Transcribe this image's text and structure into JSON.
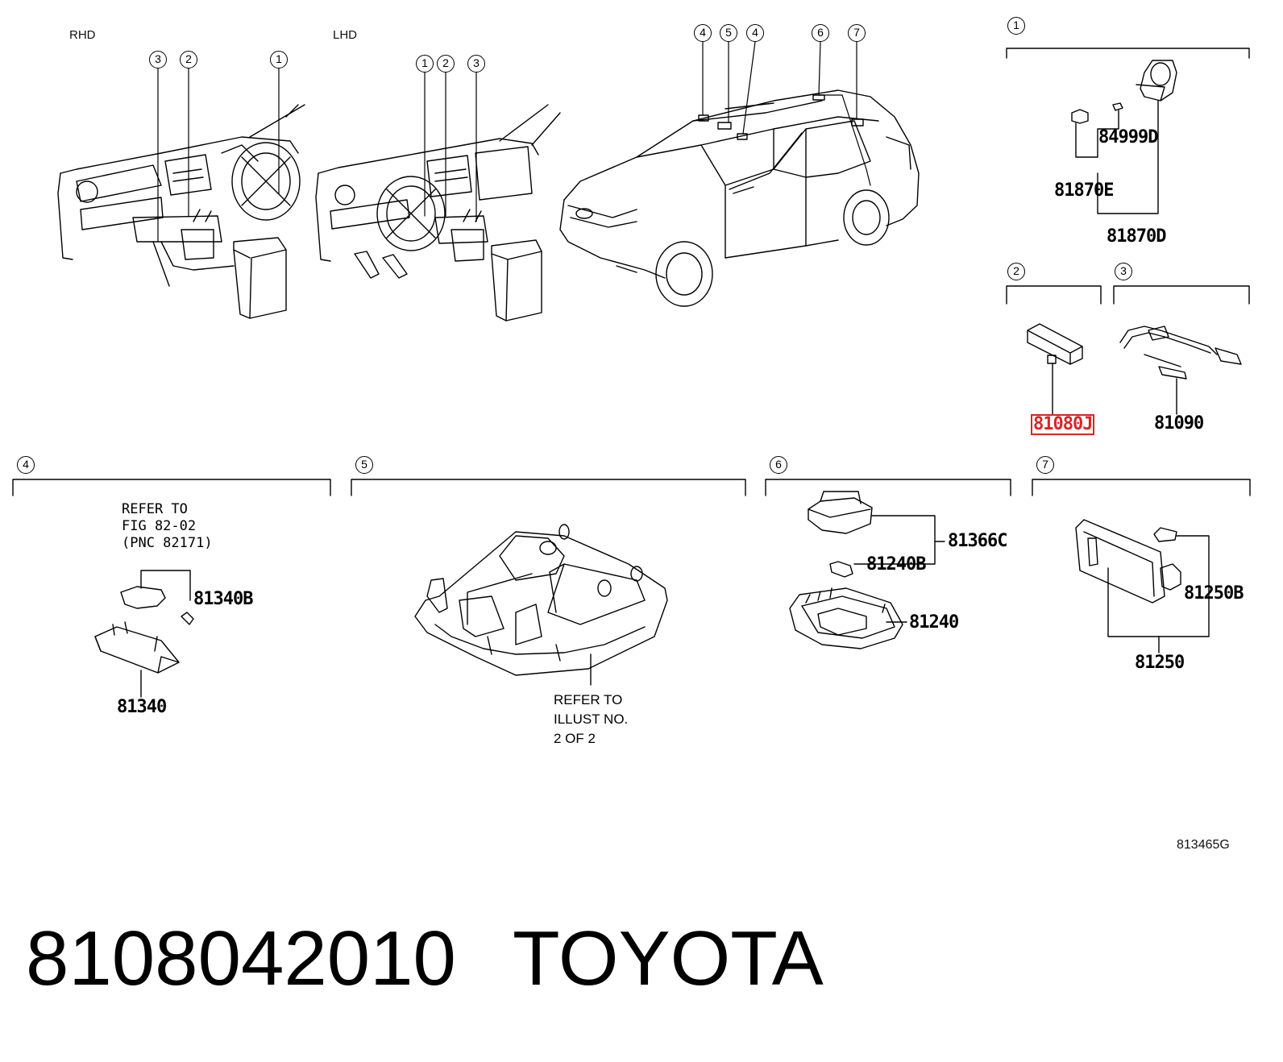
{
  "diagram": {
    "views": {
      "rhd_label": "RHD",
      "lhd_label": "LHD"
    },
    "callouts": {
      "rhd": [
        "3",
        "2",
        "1"
      ],
      "lhd": [
        "1",
        "2",
        "3"
      ],
      "vehicle": [
        "4",
        "5",
        "4",
        "6",
        "7"
      ]
    },
    "panels": {
      "p1": {
        "number": "1",
        "parts": [
          "84999D",
          "81870E",
          "81870D"
        ]
      },
      "p2": {
        "number": "2",
        "parts": [
          "81080J"
        ],
        "highlighted_part": "81080J"
      },
      "p3": {
        "number": "3",
        "parts": [
          "81090"
        ]
      },
      "p4": {
        "number": "4",
        "note": "REFER TO\nFIG 82-02\n(PNC 82171)",
        "parts": [
          "81340B",
          "81340"
        ]
      },
      "p5": {
        "number": "5",
        "note": "REFER TO\nILLUST NO.\n2 OF 2"
      },
      "p6": {
        "number": "6",
        "parts": [
          "81366C",
          "81240B",
          "81240"
        ]
      },
      "p7": {
        "number": "7",
        "parts": [
          "81250B",
          "81250"
        ]
      }
    },
    "illustration_code": "813465G",
    "highlight_color": "#d62728"
  },
  "caption": {
    "part_number": "8108042010",
    "brand": "TOYOTA"
  }
}
